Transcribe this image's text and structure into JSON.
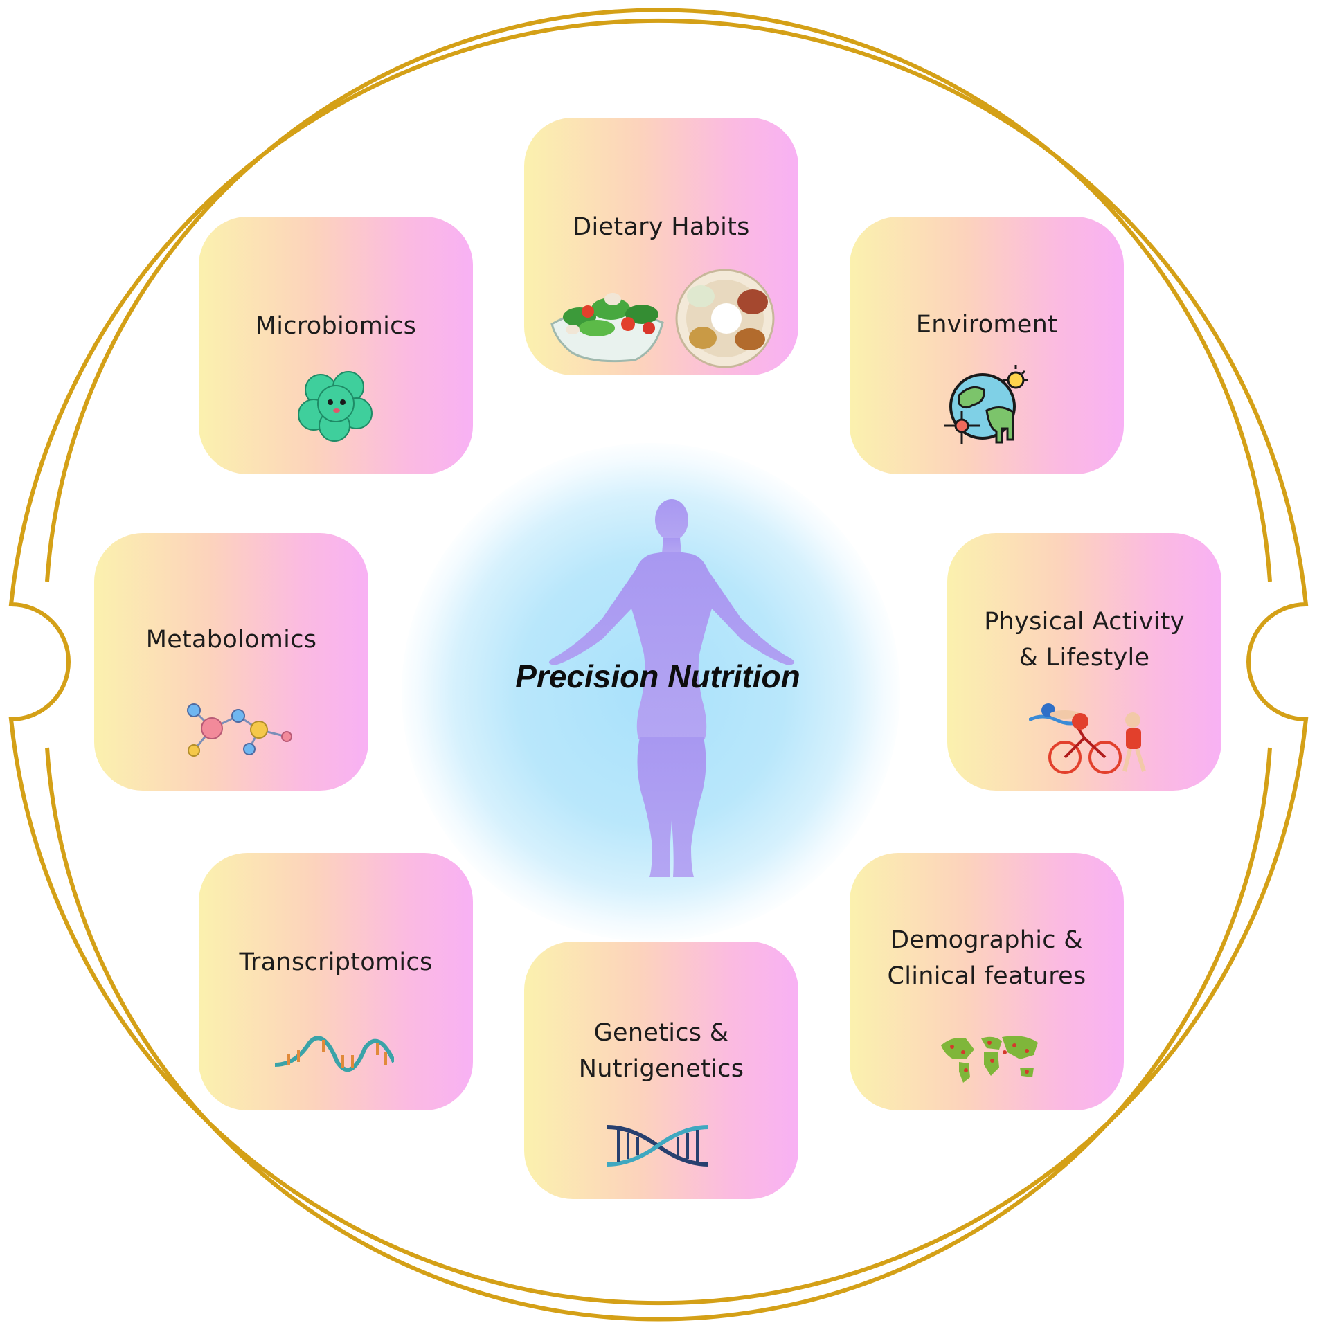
{
  "center": {
    "title": "Precision Nutrition"
  },
  "factors": [
    {
      "id": "dietary",
      "label": "Dietary Habits",
      "icon": "salad-and-plate-icon"
    },
    {
      "id": "microbiomics",
      "label": "Microbiomics",
      "icon": "microbe-cluster-icon"
    },
    {
      "id": "environment",
      "label": "Enviroment",
      "icon": "earth-climate-icon"
    },
    {
      "id": "metabolomics",
      "label": "Metabolomics",
      "icon": "molecule-icon"
    },
    {
      "id": "physical",
      "label": "Physical Activity\n& Lifestyle",
      "icon": "triathlon-icon"
    },
    {
      "id": "transcriptomics",
      "label": "Transcriptomics",
      "icon": "rna-strand-icon"
    },
    {
      "id": "genetics",
      "label": "Genetics &\nNutrigenetics",
      "icon": "dna-helix-icon"
    },
    {
      "id": "demographic",
      "label": "Demographic &\nClinical features",
      "icon": "world-map-icon"
    }
  ],
  "colors": {
    "ring": "#d4a017",
    "card_gradient": [
      "#fbf1ae",
      "#fcd3bc",
      "#fbbbe0",
      "#f8b1f4"
    ],
    "glow": "#a9e1fb",
    "figure": "#a79cf0"
  }
}
